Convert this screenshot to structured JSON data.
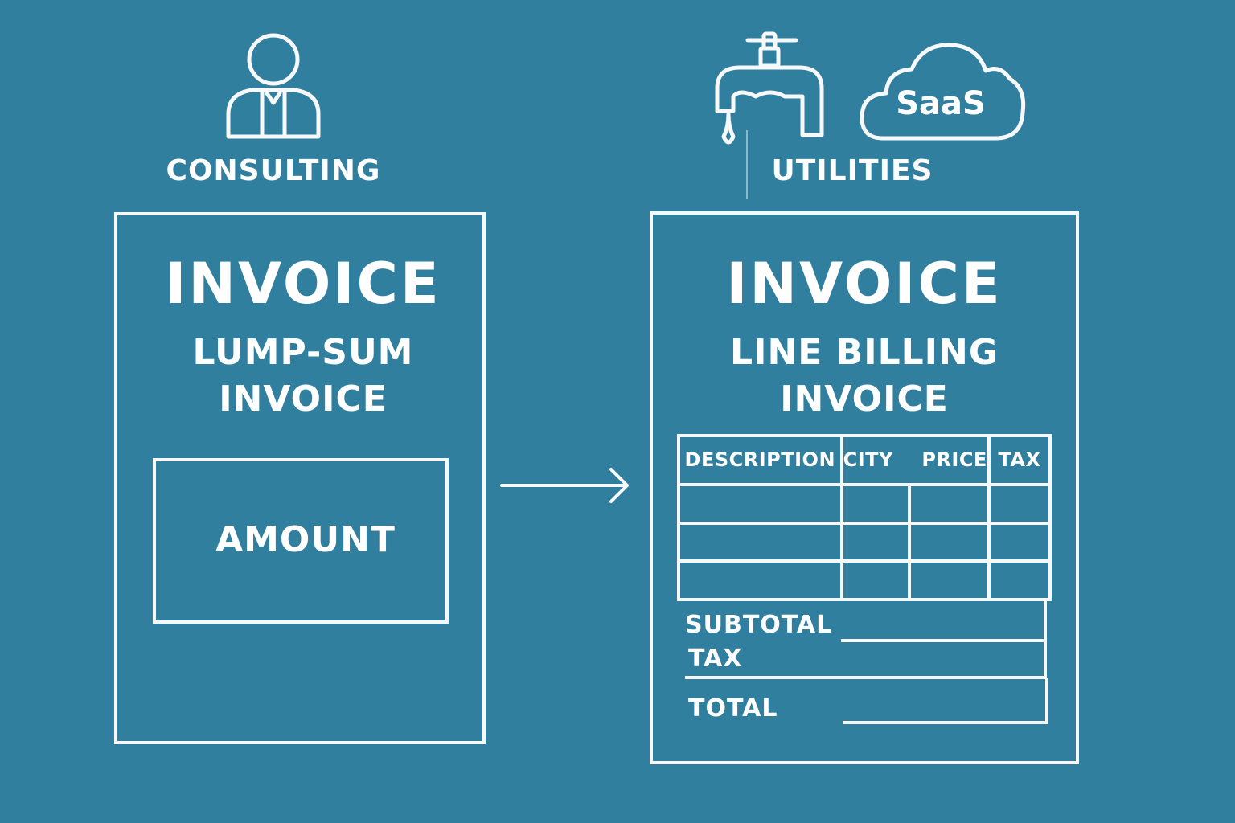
{
  "categories": {
    "left": "CONSULTING",
    "right": "UTILITIES",
    "saas": "SaaS"
  },
  "lump_sum_invoice": {
    "title": "INVOICE",
    "subtitle_line1": "LUMP-SUM",
    "subtitle_line2": "INVOICE",
    "amount_label": "AMOUNT"
  },
  "line_billing_invoice": {
    "title": "INVOICE",
    "subtitle_line1": "LINE BILLING",
    "subtitle_line2": "INVOICE",
    "table_headers": [
      "DESCRIPTION",
      "CITY",
      "PRICE",
      "TAX"
    ],
    "subtotal_label": "SUBTOTAL",
    "tax_label": "TAX",
    "total_label": "TOTAL"
  },
  "icons": [
    "person-icon",
    "faucet-icon",
    "cloud-icon",
    "arrow-right-icon"
  ],
  "colors": {
    "background": "#317f9e",
    "line": "#f6f8f9"
  }
}
